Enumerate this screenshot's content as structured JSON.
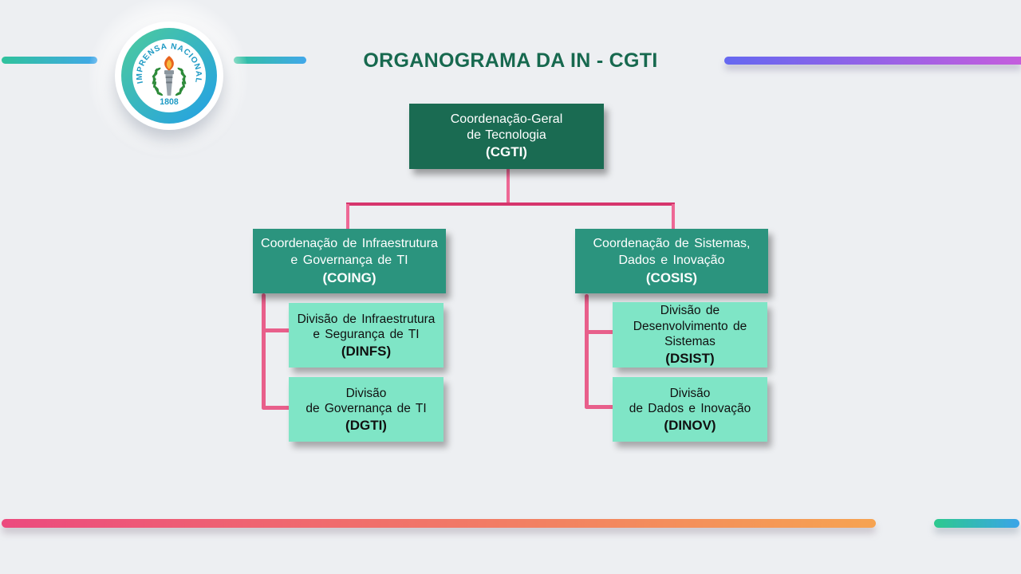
{
  "title": "ORGANOGRAMA DA IN - CGTI",
  "logo": {
    "ring_text": "IMPRENSA NACIONAL",
    "year": "1808"
  },
  "colors": {
    "background": "#edeff2",
    "title": "#17694f",
    "root_box": "#1a6b52",
    "coordination_box": "#2b947e",
    "division_box": "#7fe5c6",
    "connector_dark": "#d6366d",
    "connector_light": "#e85f8b"
  },
  "org": {
    "root": {
      "name": "Coordenação-Geral\nde Tecnologia",
      "acronym": "(CGTI)"
    },
    "branches": [
      {
        "name": "Coordenação de Infraestrutura\ne Governança de TI",
        "acronym": "(COING)",
        "divisions": [
          {
            "name": "Divisão de Infraestrutura\ne Segurança de TI",
            "acronym": "(DINFS)"
          },
          {
            "name": "Divisão\nde Governança de TI",
            "acronym": "(DGTI)"
          }
        ]
      },
      {
        "name": "Coordenação de Sistemas,\nDados e Inovação",
        "acronym": "(COSIS)",
        "divisions": [
          {
            "name": "Divisão de\nDesenvolvimento de\nSistemas",
            "acronym": "(DSIST)"
          },
          {
            "name": "Divisão\nde Dados e Inovação",
            "acronym": "(DINOV)"
          }
        ]
      }
    ]
  }
}
